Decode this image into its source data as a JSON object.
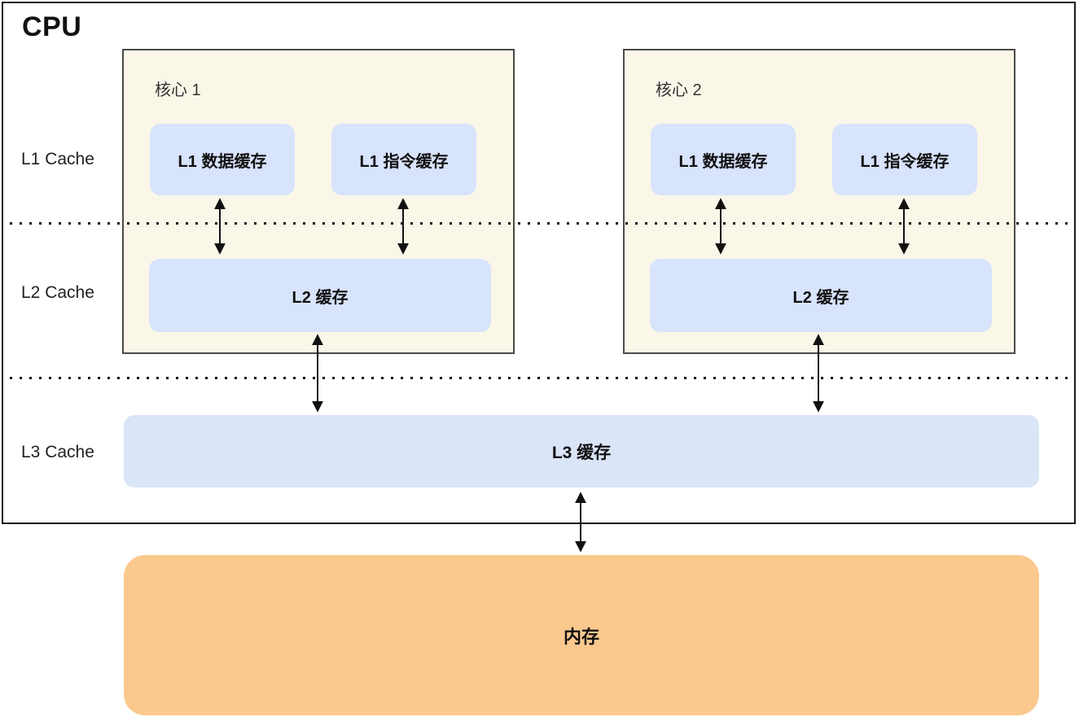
{
  "diagram": {
    "cpu_label": "CPU",
    "level_labels": [
      "L1 Cache",
      "L2 Cache",
      "L3 Cache"
    ],
    "cores": [
      {
        "name": "核心 1",
        "l1_data": "L1 数据缓存",
        "l1_instruction": "L1 指令缓存",
        "l2": "L2 缓存"
      },
      {
        "name": "核心 2",
        "l1_data": "L1 数据缓存",
        "l1_instruction": "L1 指令缓存",
        "l2": "L2 缓存"
      }
    ],
    "l3_label": "L3 缓存",
    "memory_label": "内存"
  },
  "colors": {
    "core_background": "#FAF7E8",
    "cache_fill": "#D8E3FC",
    "l3_fill": "#DBE5F8",
    "memory_fill": "#FBC98E",
    "cpu_border": "#1A1A1A",
    "core_border": "#4A4A4A",
    "arrow": "#111111",
    "text": "#111111",
    "label_text": "#222222"
  }
}
